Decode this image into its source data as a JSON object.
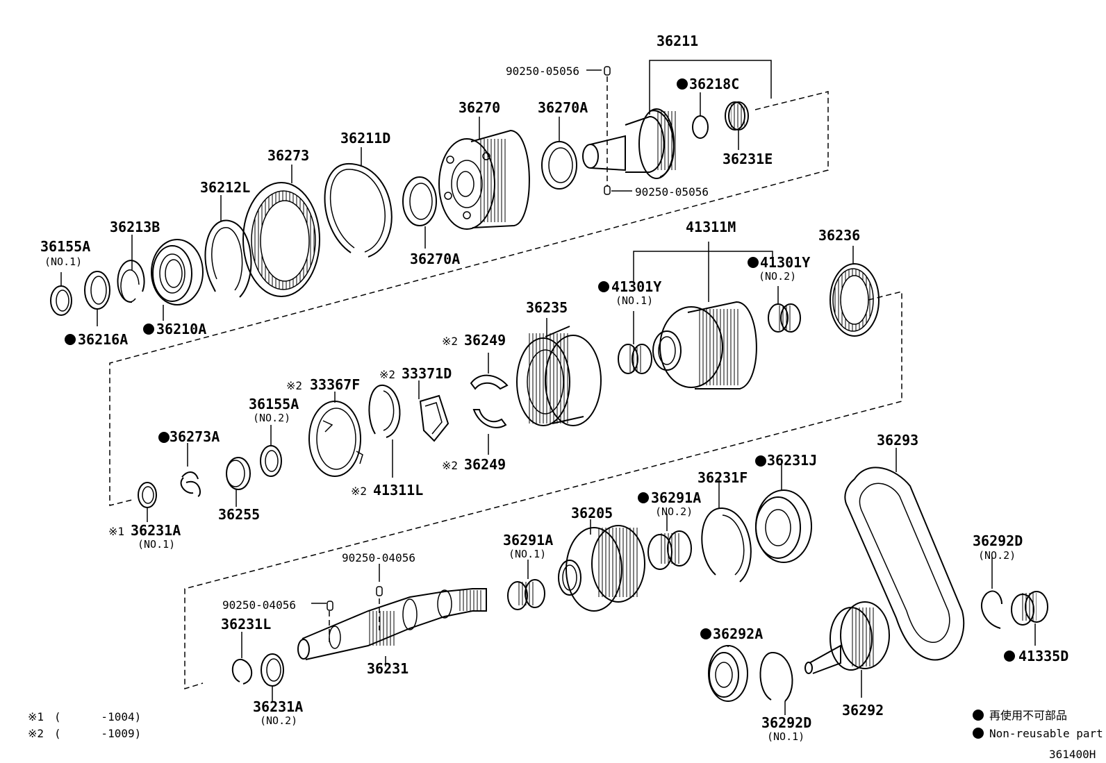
{
  "diagram": {
    "part_labels": {
      "p36211": "36211",
      "p36218C": "36218C",
      "p36231E": "36231E",
      "p90250_05056_top": "90250-05056",
      "p90250_05056_bot": "90250-05056",
      "p36270": "36270",
      "p36270A_top": "36270A",
      "p36270A_bot": "36270A",
      "p36211D": "36211D",
      "p36273": "36273",
      "p36212L": "36212L",
      "p36213B": "36213B",
      "p36155A_1": "36155A",
      "p36155A_1_sub": "(NO.1)",
      "p36216A": "36216A",
      "p36210A": "36210A",
      "p41311M": "41311M",
      "p36236": "36236",
      "p41301Y_2": "41301Y",
      "p41301Y_2_sub": "(NO.2)",
      "p41301Y_1": "41301Y",
      "p41301Y_1_sub": "(NO.1)",
      "p36235": "36235",
      "p36249_top": "36249",
      "p36249_bot": "36249",
      "p33371D": "33371D",
      "p33367F": "33367F",
      "p36155A_2": "36155A",
      "p36155A_2_sub": "(NO.2)",
      "p36273A": "36273A",
      "p36255": "36255",
      "p41311L": "41311L",
      "p36231A_1": "36231A",
      "p36231A_1_sub": "(NO.1)",
      "p36293": "36293",
      "p36231J": "36231J",
      "p36231F": "36231F",
      "p36291A_2": "36291A",
      "p36291A_2_sub": "(NO.2)",
      "p36205": "36205",
      "p36291A_1": "36291A",
      "p36291A_1_sub": "(NO.1)",
      "p90250_04056_a": "90250-04056",
      "p90250_04056_b": "90250-04056",
      "p36231L": "36231L",
      "p36231": "36231",
      "p36231A_2": "36231A",
      "p36231A_2_sub": "(NO.2)",
      "p36292D_2": "36292D",
      "p36292D_2_sub": "(NO.2)",
      "p41335D": "41335D",
      "p36292A": "36292A",
      "p36292D_1": "36292D",
      "p36292D_1_sub": "(NO.1)",
      "p36292": "36292"
    },
    "marks": {
      "note1": "※1",
      "note2": "※2"
    },
    "footnotes": {
      "fn1_mark": "※1",
      "fn1_text": "(      -1004)",
      "fn2_mark": "※2",
      "fn2_text": "(      -1009)"
    },
    "legend": {
      "jp": "再使用不可部品",
      "en": "Non-reusable part"
    },
    "figure_id": "361400H"
  }
}
